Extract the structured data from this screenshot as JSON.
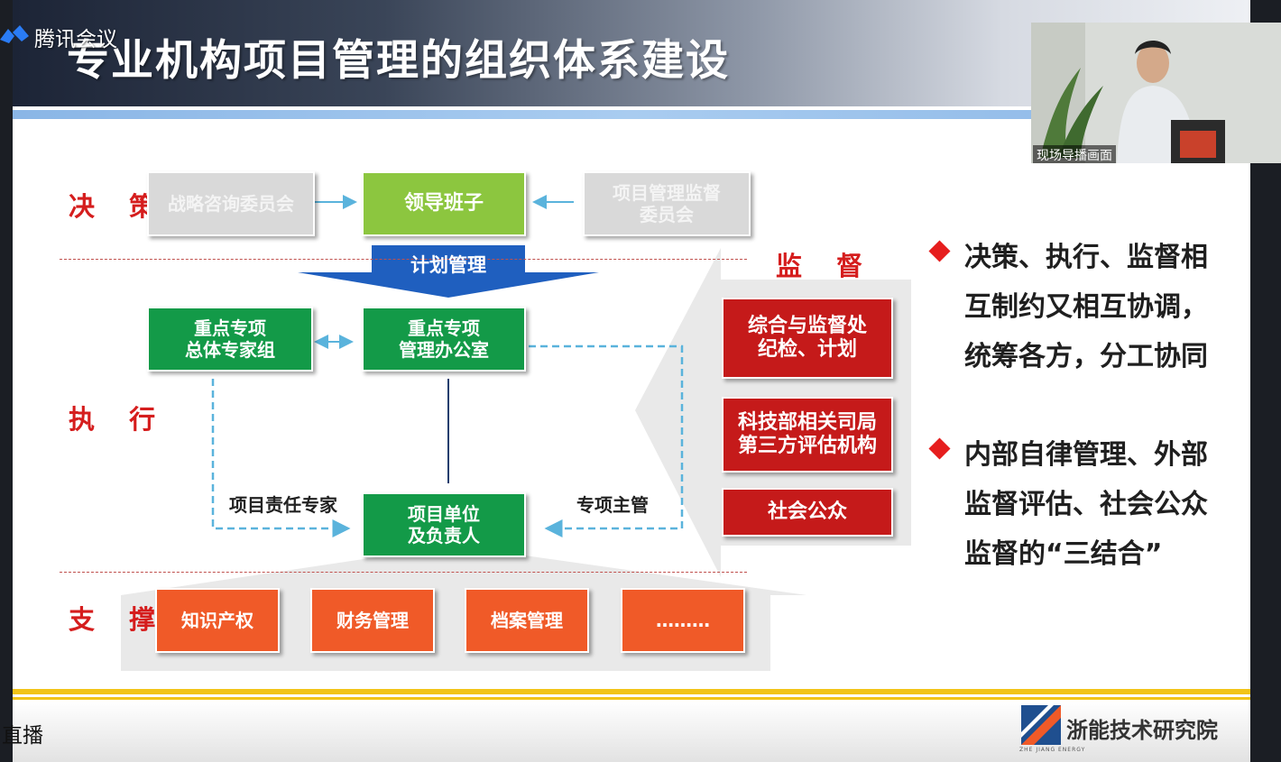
{
  "app": {
    "name": "腾讯会议",
    "live_label": "直播"
  },
  "slide": {
    "title": "专业机构项目管理的组织体系建设",
    "rows": {
      "decision": "决 策",
      "supervision": "监 督",
      "execution": "执 行",
      "support": "支 撑"
    },
    "boxes": {
      "strategy_committee": "战略咨询委员会",
      "leadership": "领导班子",
      "supervision_committee": [
        "项目管理监督",
        "委员会"
      ],
      "plan_management": "计划管理",
      "expert_group": [
        "重点专项",
        "总体专家组"
      ],
      "management_office": [
        "重点专项",
        "管理办公室"
      ],
      "project_unit": [
        "项目单位",
        "及负责人"
      ],
      "general_supervision": [
        "综合与监督处",
        "纪检、计划"
      ],
      "third_party": [
        "科技部相关司局",
        "第三方评估机构"
      ],
      "public": "社会公众",
      "ip": "知识产权",
      "finance": "财务管理",
      "archive": "档案管理",
      "more": "………"
    },
    "edge_labels": {
      "responsible_expert": "项目责任专家",
      "special_supervisor": "专项主管"
    },
    "bullets": [
      [
        "决策、执行、监督相",
        "互制约又相互协调，",
        "统筹各方，分工协同"
      ],
      [
        "内部自律管理、外部",
        "监督评估、社会公众",
        "监督的“三结合”"
      ]
    ],
    "logo": {
      "name": "浙能技术研究院",
      "subtitle": "ZHE JIANG ENERGY"
    }
  },
  "video": {
    "caption": "现场导播画面"
  },
  "colors": {
    "accent_red": "#d51d1d",
    "green": "#139a48",
    "lime": "#8cc63f",
    "orange": "#f05a28",
    "blue_arrow": "#1f5fbf",
    "yellow_rule": "#f2c418"
  }
}
